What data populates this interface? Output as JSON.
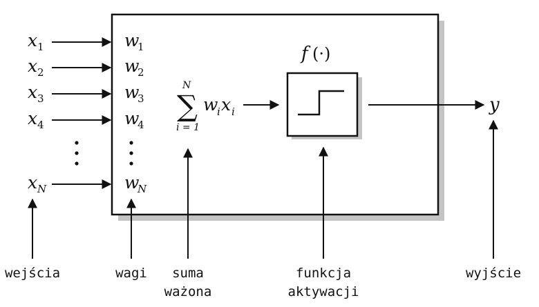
{
  "inputs": [
    {
      "base": "x",
      "sub": "1"
    },
    {
      "base": "x",
      "sub": "2"
    },
    {
      "base": "x",
      "sub": "3"
    },
    {
      "base": "x",
      "sub": "4"
    },
    {
      "base": "x",
      "sub": "N"
    }
  ],
  "weights": [
    {
      "base": "w",
      "sub": "1"
    },
    {
      "base": "w",
      "sub": "2"
    },
    {
      "base": "w",
      "sub": "3"
    },
    {
      "base": "w",
      "sub": "4"
    },
    {
      "base": "w",
      "sub": "N"
    }
  ],
  "sum": {
    "symbol": "∑",
    "upper": "N",
    "lower": "i = 1",
    "w": "w",
    "x": "x",
    "sub_i": "i"
  },
  "activation": {
    "f": "f",
    "arg": "(·)"
  },
  "output": "y",
  "labels": {
    "inputs": "wejścia",
    "weights": "wagi",
    "sum_line1": "suma",
    "sum_line2": "ważona",
    "activation_line1": "funkcja",
    "activation_line2": "aktywacji",
    "output": "wyjście"
  }
}
